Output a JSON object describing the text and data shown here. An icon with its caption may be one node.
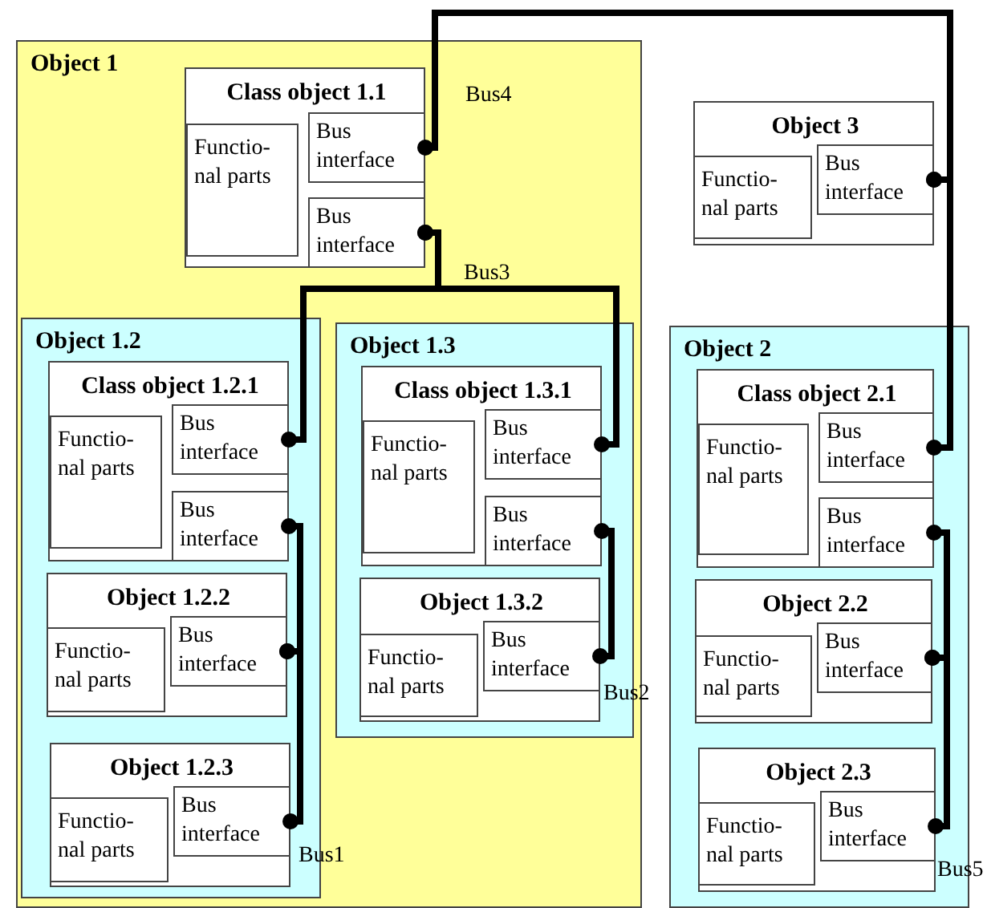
{
  "diagram": {
    "nodes": [
      {
        "text": [
          "Object 1"
        ]
      },
      {
        "text": [
          "Class object 1.1"
        ],
        "in": 0
      },
      {
        "text": [
          "Functio- nal parts"
        ],
        "in": 1
      },
      {
        "text": [
          "Bus interface"
        ],
        "in": 1
      },
      {
        "text": [
          "Bus interface"
        ],
        "in": 1
      },
      {
        "text": [
          "Object 1.2"
        ],
        "in": 0
      },
      {
        "text": [
          "Class object 1.2.1"
        ],
        "in": 5
      },
      {
        "text": [
          "Functio- nal parts"
        ],
        "in": 6
      },
      {
        "text": [
          "Bus interface"
        ],
        "in": 6
      },
      {
        "text": [
          "Bus interface"
        ],
        "in": 6
      },
      {
        "text": [
          "Object 1.2.2"
        ],
        "in": 5
      },
      {
        "text": [
          "Functio- nal parts"
        ],
        "in": 10
      },
      {
        "text": [
          "Bus interface"
        ],
        "in": 10
      },
      {
        "text": [
          "Object 1.2.3"
        ],
        "in": 5
      },
      {
        "text": [
          "Functio- nal parts"
        ],
        "in": 13
      },
      {
        "text": [
          "Bus interface"
        ],
        "in": 13
      },
      {
        "text": [
          "Object 1.3"
        ],
        "in": 0
      },
      {
        "text": [
          "Class object 1.3.1"
        ],
        "in": 16
      },
      {
        "text": [
          "Functio- nal parts"
        ],
        "in": 17
      },
      {
        "text": [
          "Bus interface"
        ],
        "in": 17
      },
      {
        "text": [
          "Bus interface"
        ],
        "in": 17
      },
      {
        "text": [
          "Object 1.3.2"
        ],
        "in": 16
      },
      {
        "text": [
          "Functio- nal parts"
        ],
        "in": 21
      },
      {
        "text": [
          "Bus interface"
        ],
        "in": 21
      },
      {
        "text": [
          "Object 3"
        ]
      },
      {
        "text": [
          "Functio- nal parts"
        ],
        "in": 24
      },
      {
        "text": [
          "Bus interface"
        ],
        "in": 24
      },
      {
        "text": [
          "Object 2"
        ]
      },
      {
        "text": [
          "Class object 2.1"
        ],
        "in": 27
      },
      {
        "text": [
          "Functio- nal parts"
        ],
        "in": 28
      },
      {
        "text": [
          "Bus interface"
        ],
        "in": 28
      },
      {
        "text": [
          "Bus interface"
        ],
        "in": 28
      },
      {
        "text": [
          "Object 2.2"
        ],
        "in": 27
      },
      {
        "text": [
          "Functio- nal parts"
        ],
        "in": 32
      },
      {
        "text": [
          "Bus interface"
        ],
        "in": 32
      },
      {
        "text": [
          "Object 2.3"
        ],
        "in": 27
      },
      {
        "text": [
          "Functio- nal parts"
        ],
        "in": 35
      },
      {
        "text": [
          "Bus interface"
        ],
        "in": 35
      }
    ],
    "edges": [
      {
        "from": 3,
        "to": 26,
        "arrow": "other"
      },
      {
        "from": 26,
        "to": 30,
        "arrow": "other"
      },
      {
        "from": 4,
        "to": 8,
        "arrow": "other"
      },
      {
        "from": 4,
        "to": 19,
        "arrow": "other"
      },
      {
        "from": 9,
        "to": 12,
        "arrow": "other"
      },
      {
        "from": 12,
        "to": 15,
        "arrow": "other"
      },
      {
        "from": 20,
        "to": 23,
        "arrow": "other"
      },
      {
        "from": 31,
        "to": 34,
        "arrow": "other"
      },
      {
        "from": 34,
        "to": 37,
        "arrow": "other"
      }
    ],
    "labels": [
      "Bus4",
      "Bus3",
      "Bus2",
      "Bus1",
      "Bus5"
    ]
  }
}
